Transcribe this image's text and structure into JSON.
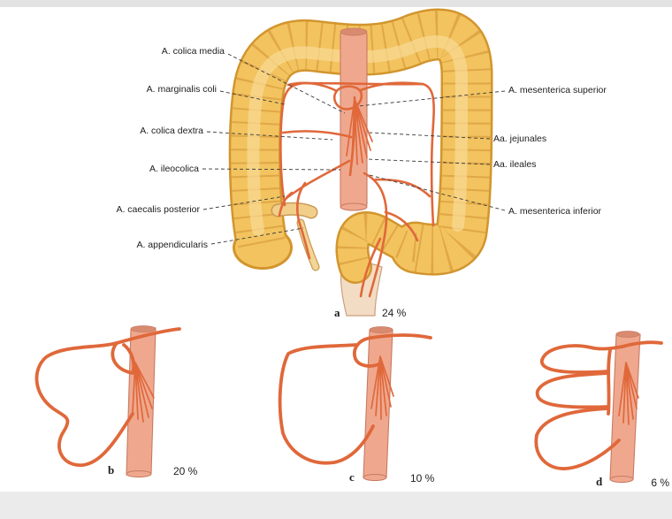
{
  "labels": {
    "colica_media": "A. colica media",
    "marginalis_coli": "A. marginalis coli",
    "colica_dextra": "A. colica dextra",
    "ileocolica": "A. ileocolica",
    "caecalis_posterior": "A. caecalis posterior",
    "appendicularis": "A. appendicularis",
    "mesenterica_superior": "A. mesenterica superior",
    "jejunales": "Aa. jejunales",
    "ileales": "Aa. ileales",
    "mesenterica_inferior": "A. mesenterica inferior"
  },
  "variants": [
    {
      "letter": "a",
      "percent": "24 %"
    },
    {
      "letter": "b",
      "percent": "20 %"
    },
    {
      "letter": "c",
      "percent": "10 %"
    },
    {
      "letter": "d",
      "percent": "6 %"
    }
  ],
  "colors": {
    "colon": "#f2c35f",
    "colon_outline": "#d2952d",
    "artery": "#e0683a",
    "vessel": "#efa88e"
  }
}
